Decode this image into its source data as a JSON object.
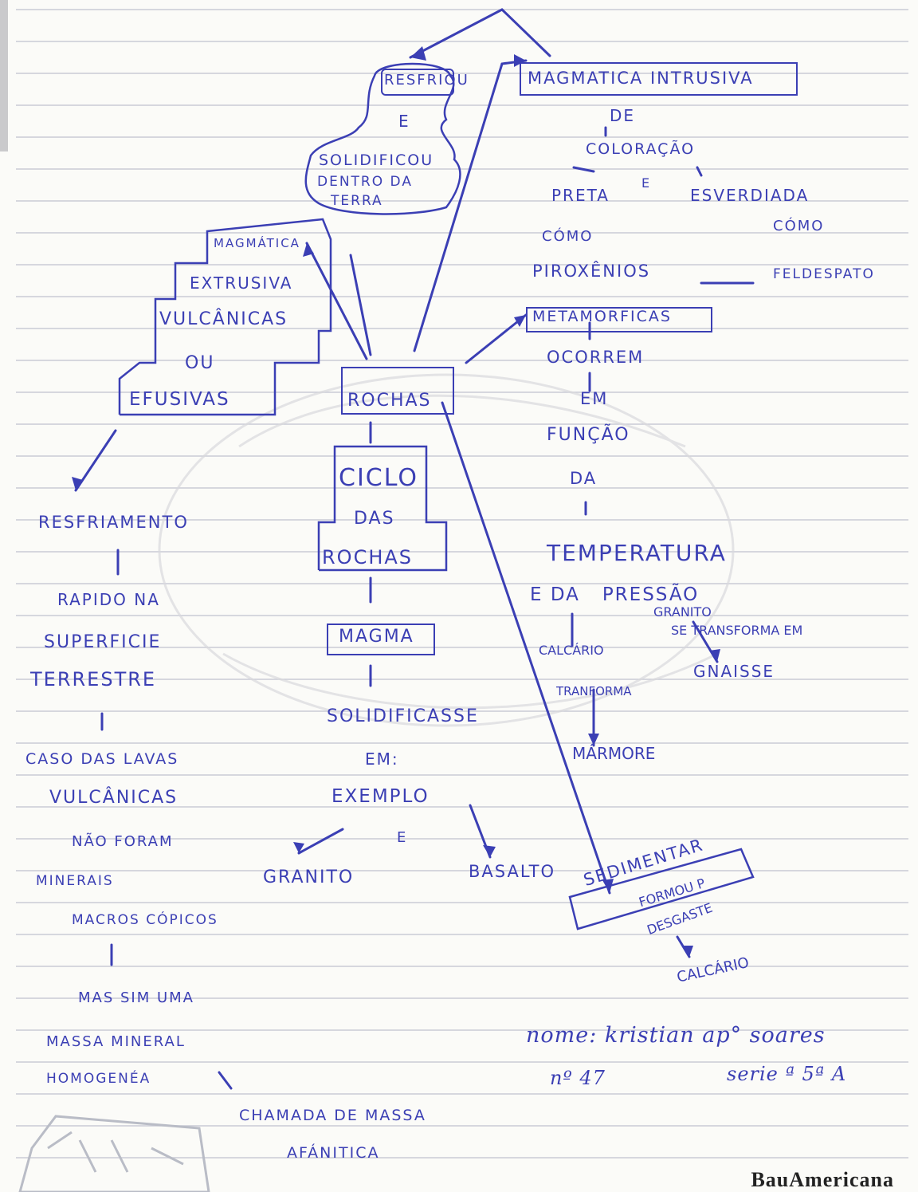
{
  "notes": {
    "resfriou": "RESFRIOU",
    "e1": "E",
    "solidificou": "SOLIDIFICOU",
    "dentro_da": "DENTRO DA",
    "terra": "TERRA",
    "magmatica_intrusiva": "MAGMATICA INTRUSIVA",
    "de": "DE",
    "coloracao": "COLORAÇÃO",
    "preta": "PRETA",
    "e2": "E",
    "esverdiada": "ESVERDIADA",
    "como1": "CÓMO",
    "como2": "CÓMO",
    "piroxenios": "PIROXÊNIOS",
    "feldespato": "FELDESPATO",
    "magmatica": "MAGMÁTICA",
    "extrusiva": "EXTRUSIVA",
    "vulcanicas": "VULCÂNICAS",
    "ou": "OU",
    "efusivas": "EFUSIVAS",
    "metamorficas": "METAMORFICAS",
    "ocorrem": "OCORREM",
    "em": "EM",
    "funcao": "FUNÇÃO",
    "da": "DA",
    "temperatura": "TEMPERATURA",
    "e_da_pressao": "E DA   PRESSÃO",
    "granito_small": "GRANITO",
    "se_transforma_em": "SE TRANSFORMA EM",
    "calcario1": "CALCÁRIO",
    "gnaisse": "GNAISSE",
    "tranforma": "TRANFORMA",
    "marmore": "MÁRMORE",
    "rochas": "ROCHAS",
    "ciclo": "CICLO",
    "das": "DAS",
    "rochas2": "ROCHAS",
    "magma": "MAGMA",
    "solidificasse": "SOLIDIFICASSE",
    "em2": "EM:",
    "exemplo": "EXEMPLO",
    "e3": "E",
    "granito": "GRANITO",
    "basalto": "BASALTO",
    "resfriamento": "RESFRIAMENTO",
    "rapido_na": "RAPIDO NA",
    "superficie": "SUPERFICIE",
    "terrestre": "TERRESTRE",
    "caso_das_lavas": "CASO DAS LAVAS",
    "vulcanicas2": "VULCÂNICAS",
    "nao_foram": "NÃO FORAM",
    "minerais": "MINERAIS",
    "macroscopicos": "MACROS CÓPICOS",
    "mas_sim_uma": "MAS SIM UMA",
    "massa_mineral": "MASSA MINERAL",
    "homogenea": "HOMOGENÉA",
    "chamada_de_massa": "CHAMADA DE MASSA",
    "afanitica": "AFÁNITICA",
    "sedimentar": "SEDIMENTAR",
    "formou_p": "FORMOU P",
    "desgaste": "DESGASTE",
    "calcario2": "CALCÁRIO",
    "nome": "nome: kristian ap° soares",
    "numero": "nº 47",
    "serie": "serie ª 5ª A"
  },
  "footer": {
    "brand": "BauAmericana"
  }
}
